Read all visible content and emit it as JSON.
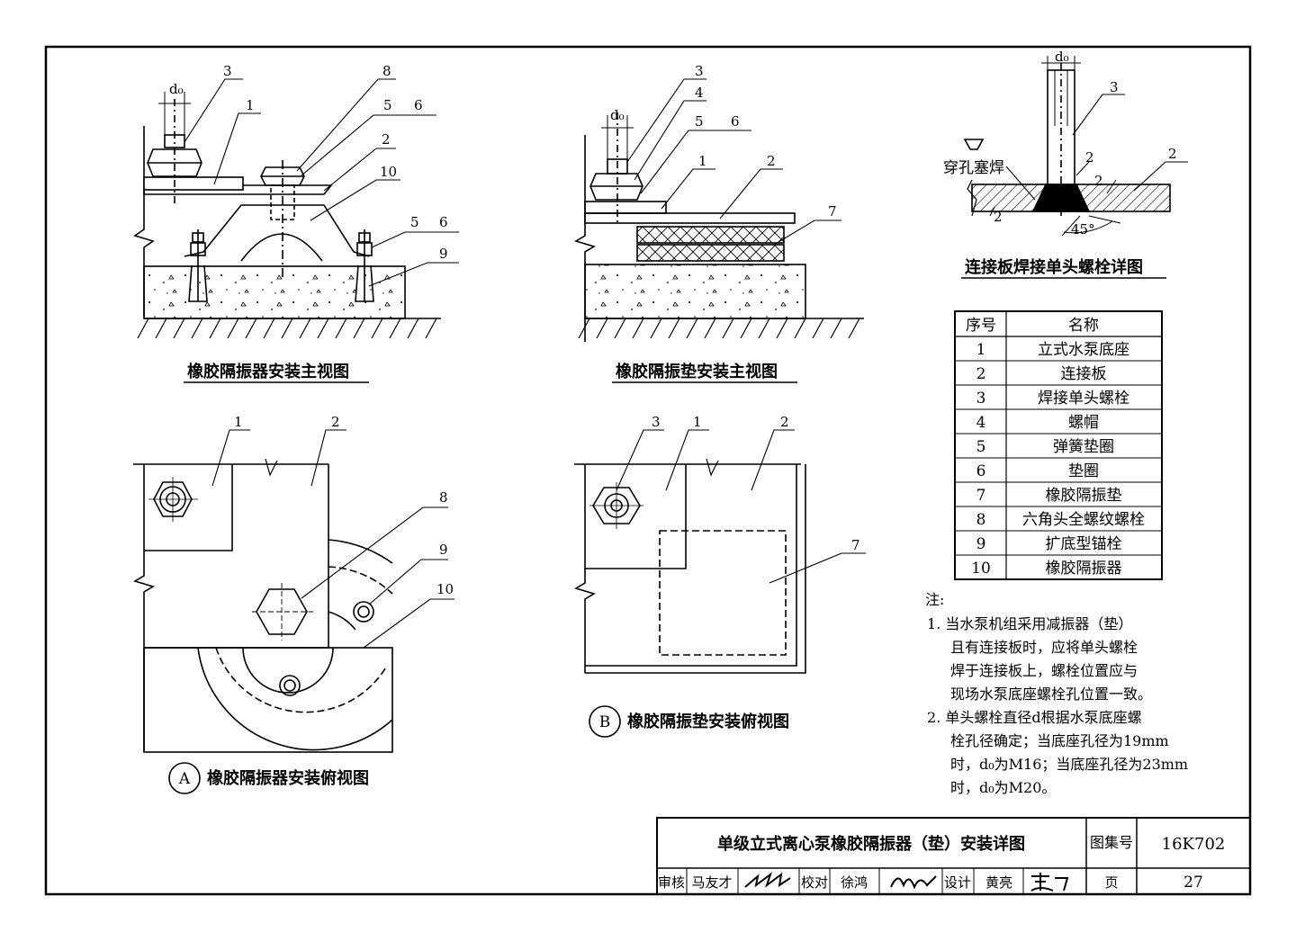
{
  "views": {
    "front_isolator": {
      "caption": "橡胶隔振器安装主视图",
      "callouts": [
        "3",
        "1",
        "8",
        "5",
        "6",
        "2",
        "10",
        "5",
        "6",
        "9"
      ],
      "dim": "d₀"
    },
    "front_pad": {
      "caption": "橡胶隔振垫安装主视图",
      "callouts": [
        "3",
        "4",
        "5",
        "6",
        "1",
        "2",
        "7"
      ],
      "dim": "d₀"
    },
    "weld_detail": {
      "caption": "连接板焊接单头螺栓详图",
      "callouts": [
        "3",
        "2"
      ],
      "dim": "d₀",
      "weld_note": "穿孔塞焊",
      "weld_size_1": "2",
      "weld_size_2": "2",
      "weld_size_3": "2",
      "angle": "45°"
    },
    "top_isolator": {
      "marker": "A",
      "caption": "橡胶隔振器安装俯视图",
      "callouts": [
        "1",
        "2",
        "8",
        "9",
        "10"
      ]
    },
    "top_pad": {
      "marker": "B",
      "caption": "橡胶隔振垫安装俯视图",
      "callouts": [
        "3",
        "1",
        "2",
        "7"
      ]
    }
  },
  "parts_table": {
    "headers": [
      "序号",
      "名称"
    ],
    "rows": [
      [
        "1",
        "立式水泵底座"
      ],
      [
        "2",
        "连接板"
      ],
      [
        "3",
        "焊接单头螺栓"
      ],
      [
        "4",
        "螺帽"
      ],
      [
        "5",
        "弹簧垫圈"
      ],
      [
        "6",
        "垫圈"
      ],
      [
        "7",
        "橡胶隔振垫"
      ],
      [
        "8",
        "六角头全螺纹螺栓"
      ],
      [
        "9",
        "扩底型锚栓"
      ],
      [
        "10",
        "橡胶隔振器"
      ]
    ]
  },
  "notes": {
    "title": "注:",
    "lines": [
      "1.  当水泵机组采用减振器（垫）",
      "且有连接板时，应将单头螺栓",
      "焊于连接板上，螺栓位置应与",
      "现场水泵底座螺栓孔位置一致。",
      "2.  单头螺栓直径d根据水泵底座螺",
      "栓孔径确定；当底座孔径为19mm",
      "时，d₀为M16；当底座孔径为23mm",
      "时，d₀为M20。"
    ]
  },
  "title_block": {
    "drawing_title": "单级立式离心泵橡胶隔振器（垫）安装详图",
    "atlas_label": "图集号",
    "atlas_no": "16K702",
    "review_label": "审核",
    "reviewer": "马友才",
    "check_label": "校对",
    "checker": "徐鸿",
    "design_label": "设计",
    "designer": "黄亮",
    "page_label": "页",
    "page_no": "27"
  }
}
